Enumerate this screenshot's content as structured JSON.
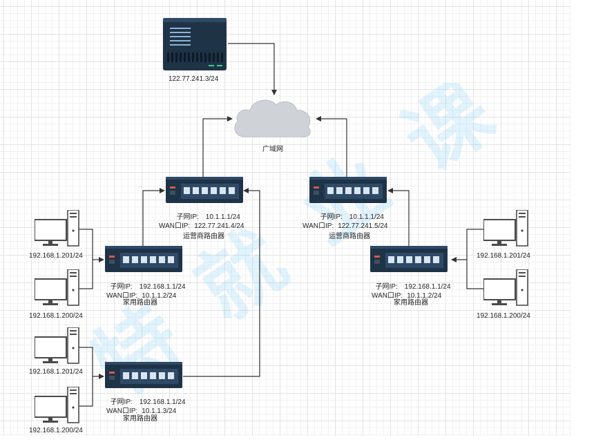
{
  "server": {
    "ip": "122.77.241.3/24"
  },
  "wan": {
    "label": "广域网"
  },
  "isp_routers": [
    {
      "title": "运营商路由器",
      "subnet_label": "子网IP:",
      "subnet_ip": "10.1.1.1/24",
      "wan_label": "WAN口IP:",
      "wan_ip": "122.77.241.4/24"
    },
    {
      "title": "运营商路由器",
      "subnet_label": "子网IP:",
      "subnet_ip": "10.1.1.1/24",
      "wan_label": "WAN口IP:",
      "wan_ip": "122.77.241.5/24"
    }
  ],
  "home_routers": [
    {
      "title": "家用路由器",
      "subnet_label": "子网IP:",
      "subnet_ip": "192.168.1.1/24",
      "wan_label": "WAN口IP:",
      "wan_ip": "10.1.1.2/24"
    },
    {
      "title": "家用路由器",
      "subnet_label": "子网IP:",
      "subnet_ip": "192.168.1.1/24",
      "wan_label": "WAN口IP:",
      "wan_ip": "10.1.1.3/24"
    },
    {
      "title": "家用路由器",
      "subnet_label": "子网IP:",
      "subnet_ip": "192.168.1.1/24",
      "wan_label": "WAN口IP:",
      "wan_ip": "10.1.1.2/24"
    }
  ],
  "pcs": [
    {
      "ip": "192.168.1.201/24"
    },
    {
      "ip": "192.168.1.200/24"
    },
    {
      "ip": "192.168.1.201/24"
    },
    {
      "ip": "192.168.1.200/24"
    },
    {
      "ip": "192.168.1.201/24"
    },
    {
      "ip": "192.168.1.200/24"
    }
  ],
  "watermark": {
    "chars": [
      "特",
      "就",
      "业",
      "课"
    ]
  },
  "colors": {
    "device_body": "#1f3347",
    "device_panel": "#2f4a66",
    "port": "#d9e6f2",
    "cloud": "#cfd3d8",
    "line": "#333333",
    "pc": "#4a4a4a"
  }
}
